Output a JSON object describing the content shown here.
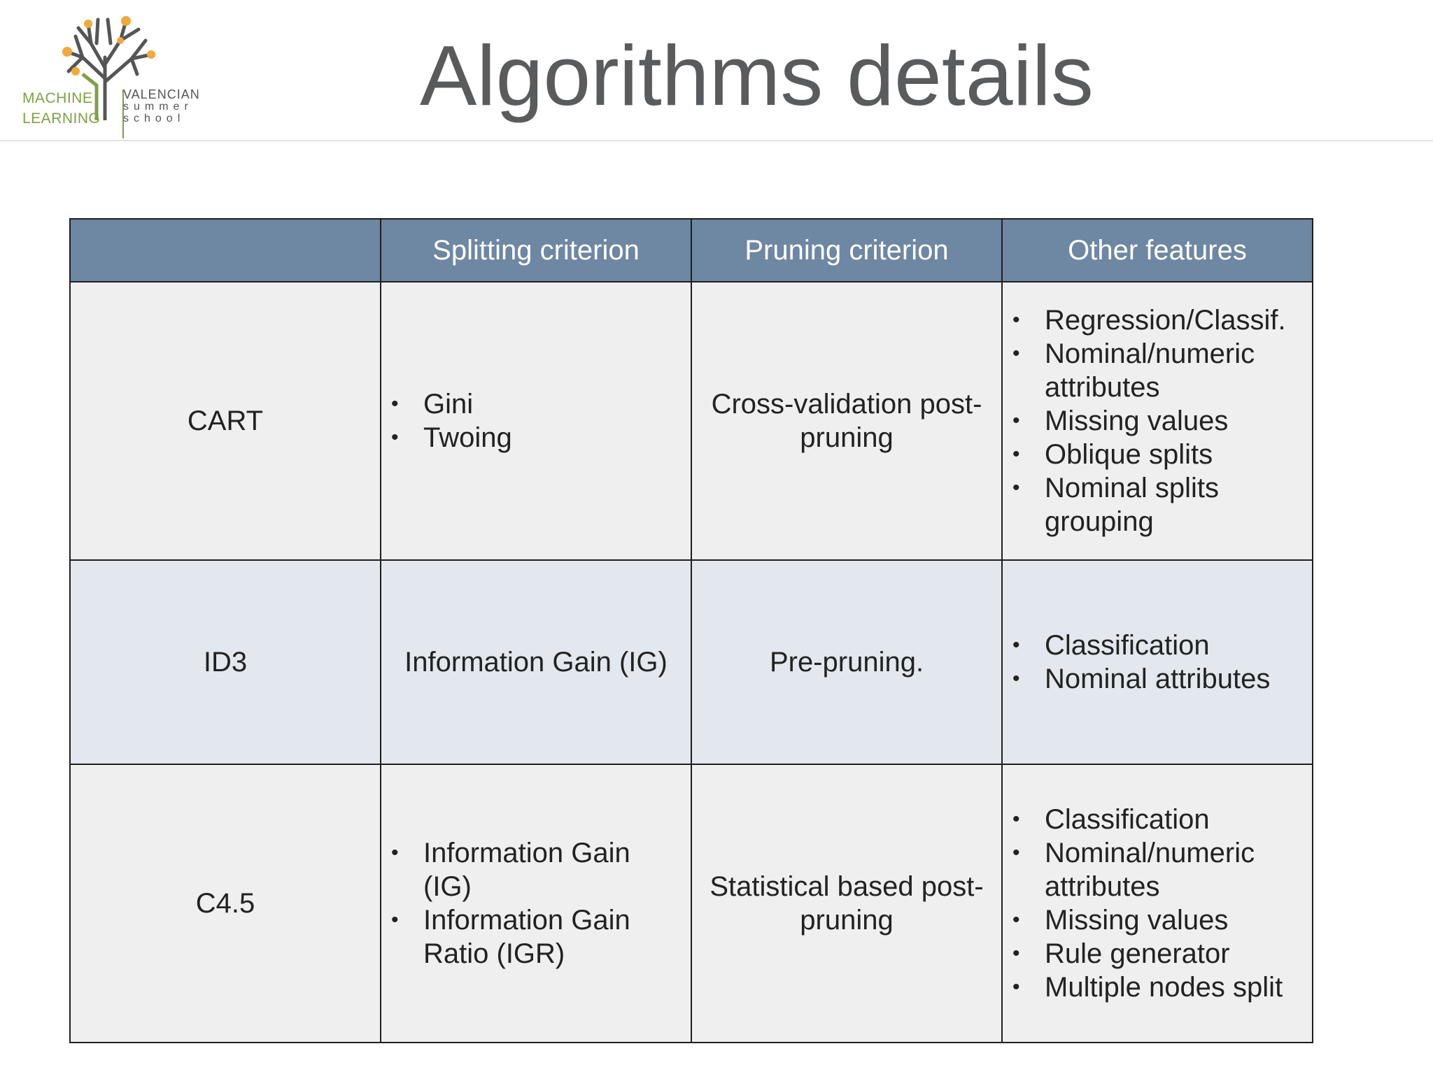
{
  "logo": {
    "left_text": [
      "MACHINE",
      "LEARNING"
    ],
    "right_text": [
      "VALENCIAN",
      "summer",
      "school"
    ],
    "colors": {
      "green": "#7fa044",
      "orange": "#f0a93b",
      "gray": "#555555"
    }
  },
  "title": "Algorithms details",
  "table": {
    "headers": [
      "",
      "Splitting criterion",
      "Pruning criterion",
      "Other features"
    ],
    "rows": [
      {
        "name": "CART",
        "splitting": [
          "Gini",
          "Twoing"
        ],
        "pruning": "Cross-validation post-pruning",
        "features": [
          "Regression/Classif.",
          "Nominal/numeric attributes",
          "Missing values",
          "Oblique splits",
          "Nominal splits grouping"
        ]
      },
      {
        "name": "ID3",
        "splitting": "Information Gain (IG)",
        "pruning": "Pre-pruning.",
        "features": [
          "Classification",
          "Nominal attributes"
        ]
      },
      {
        "name": "C4.5",
        "splitting": [
          "Information Gain (IG)",
          "Information Gain Ratio (IGR)"
        ],
        "pruning": "Statistical based post-pruning",
        "features": [
          "Classification",
          "Nominal/numeric attributes",
          "Missing values",
          "Rule generator",
          "Multiple nodes split"
        ]
      }
    ]
  },
  "colors": {
    "header_bg": "#6e87a3",
    "row_light": "#efeff0",
    "row_blue": "#e3e8ee",
    "title": "#595b5d"
  }
}
